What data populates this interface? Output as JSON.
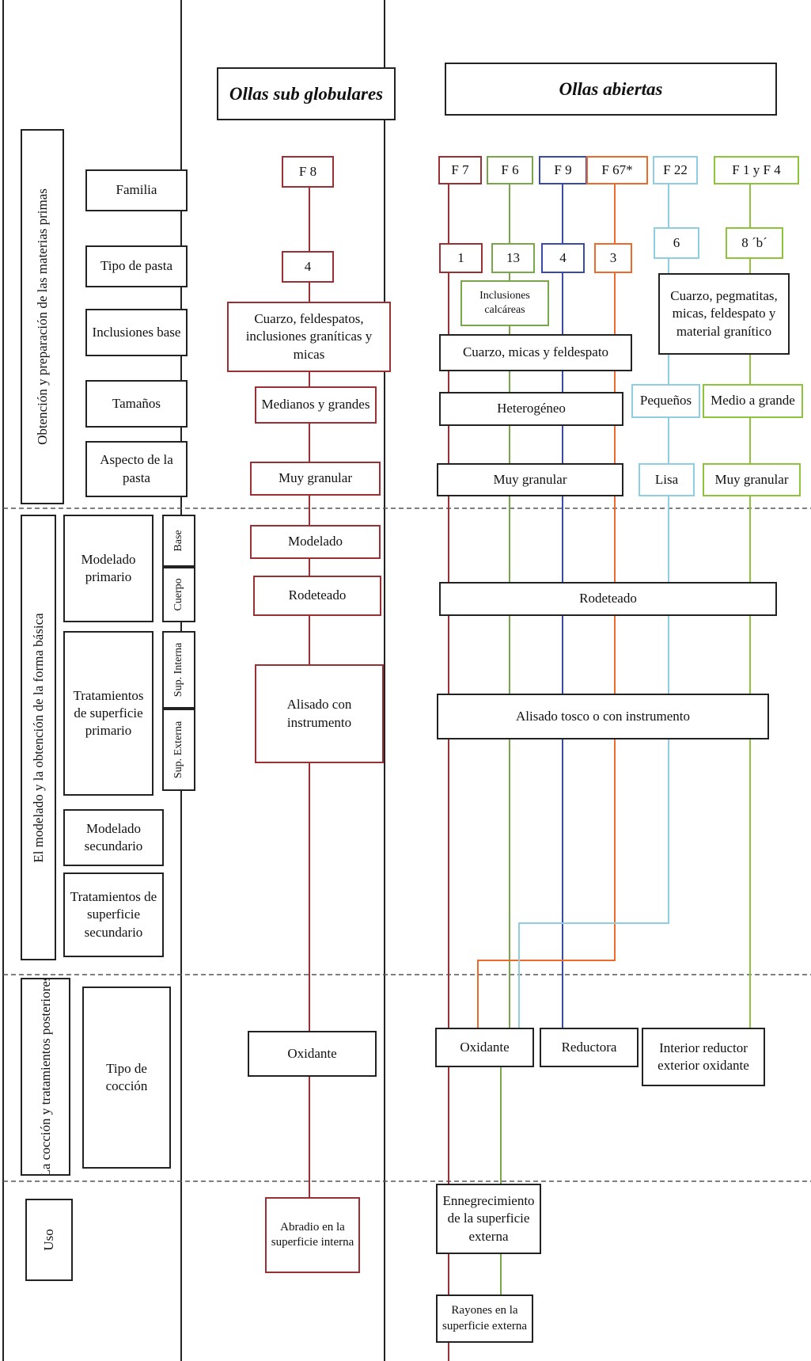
{
  "headers": {
    "ollas_sub": "Ollas sub globulares",
    "ollas_abiertas": "Ollas abiertas"
  },
  "stages": {
    "obtencion": "Obtención y preparación de las materias primas",
    "modelado": "El modelado y la obtención de la forma básica",
    "coccion": "La cocción y tratamientos posteriores",
    "uso": "Uso"
  },
  "attributes": {
    "familia": "Familia",
    "tipo_pasta": "Tipo de pasta",
    "inclusiones": "Inclusiones base",
    "tamanos": "Tamaños",
    "aspecto": "Aspecto de la pasta",
    "modelado_primario": "Modelado primario",
    "base": "Base",
    "cuerpo": "Cuerpo",
    "tratamientos_primario": "Tratamientos de superficie primario",
    "sup_interna": "Sup. Interna",
    "sup_externa": "Sup. Externa",
    "modelado_secundario": "Modelado secundario",
    "tratamientos_secundario": "Tratamientos de superficie secundario",
    "tipo_coccion": "Tipo de cocción"
  },
  "sub_globulares": {
    "familia": "F 8",
    "pasta": "4",
    "inclusiones": "Cuarzo, feldespatos, inclusiones graníticas y micas",
    "tamanos": "Medianos y grandes",
    "aspecto": "Muy granular",
    "modelado": "Modelado",
    "rodeteado": "Rodeteado",
    "alisado": "Alisado con instrumento",
    "coccion": "Oxidante",
    "uso": "Abradio en la superficie interna"
  },
  "abiertas": {
    "familias": [
      "F 7",
      "F 6",
      "F 9",
      "F 67*",
      "F 22",
      "F 1 y F 4"
    ],
    "pastas": [
      "1",
      "13",
      "4",
      "3",
      "6",
      "8 ´b´"
    ],
    "inclusiones_calcareas": "Inclusiones calcáreas",
    "inclusiones_main": "Cuarzo, micas y feldespato",
    "inclusiones_right": "Cuarzo, pegmatitas, micas, feldespato y material granítico",
    "tamanos_main": "Heterogéneo",
    "tamanos_f22": "Pequeños",
    "tamanos_f14": "Medio a grande",
    "aspecto_main": "Muy granular",
    "aspecto_f22": "Lisa",
    "aspecto_f14": "Muy granular",
    "rodeteado": "Rodeteado",
    "alisado": "Alisado tosco o con instrumento",
    "coccion_oxidante": "Oxidante",
    "coccion_reductora": "Reductora",
    "coccion_mixta": "Interior reductor exterior oxidante",
    "uso_ennegrecimiento": "Ennegrecimiento de la superficie externa",
    "uso_rayones": "Rayones en la superficie externa"
  },
  "colors": {
    "F8_F7": "#9b2f33",
    "F6": "#79a64a",
    "F9": "#3a4aa8",
    "F67": "#ee6a2a",
    "F22": "#8fcde3",
    "F14": "#8ec43c",
    "frame": "#222222"
  }
}
